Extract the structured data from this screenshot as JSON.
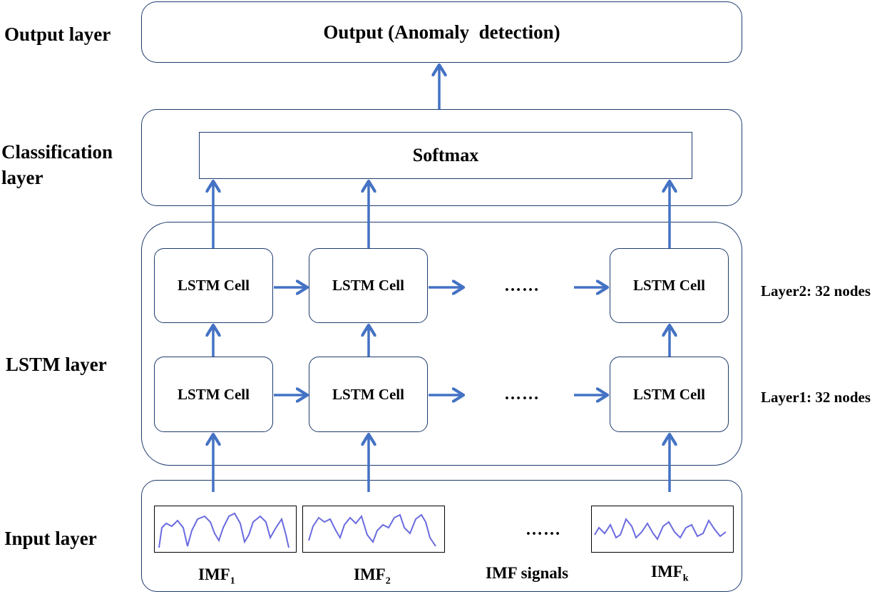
{
  "layers": {
    "output": "Output layer",
    "classification_line1": "Classification",
    "classification_line2": "layer",
    "lstm": "LSTM layer",
    "input": "Input layer"
  },
  "output_box": "Output (Anomaly  detection)",
  "softmax": "Softmax",
  "lstm_cell": "LSTM Cell",
  "ellipsis": "……",
  "layer_notes": {
    "layer2": "Layer2: 32 nodes",
    "layer1": "Layer1: 32 nodes"
  },
  "imf": {
    "label": "IMF",
    "sub1": "1",
    "sub2": "2",
    "subk": "k",
    "signals_caption": "IMF signals"
  },
  "colors": {
    "arrow": "#4472c4",
    "border": "#1f3b6e",
    "signal": "#6a6ae0"
  }
}
